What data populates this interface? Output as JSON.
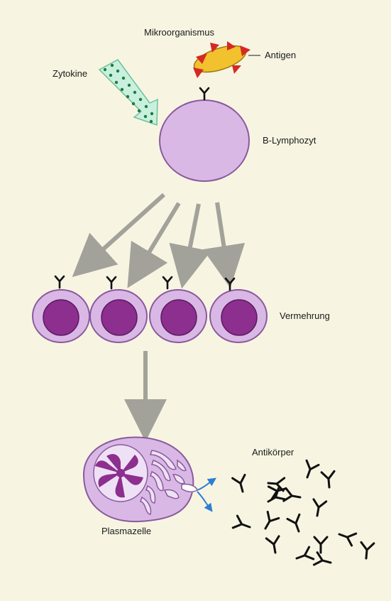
{
  "labels": {
    "microorganism": "Mikroorganismus",
    "antigen": "Antigen",
    "cytokines": "Zytokine",
    "b_lymphocyte": "B-Lymphozyt",
    "proliferation": "Vermehrung",
    "antibodies": "Antikörper",
    "plasma_cell": "Plasmazelle"
  },
  "colors": {
    "background": "#f7f5e2",
    "cell_fill": "#d9b8e6",
    "cell_stroke": "#8a5a9c",
    "nucleus": "#8c2f8f",
    "arrow_gray": "#a3a29a",
    "microorganism": "#f2c12e",
    "antigen": "#d42a23",
    "cytokine_arrow": "#c9f0df",
    "cytokine_dots": "#1f7a3a",
    "secretion_arrow": "#2e7fd1",
    "antibody": "#111111"
  }
}
